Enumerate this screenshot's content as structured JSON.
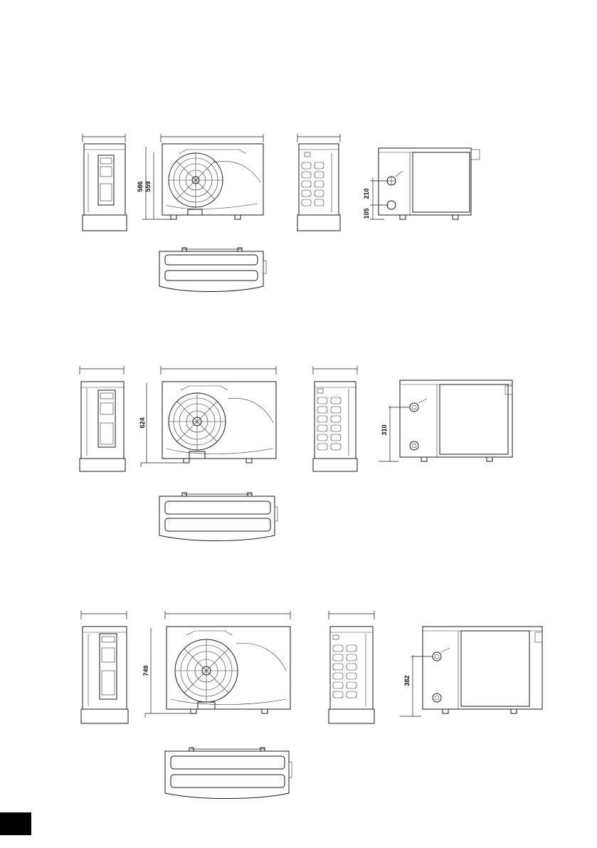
{
  "models": [
    {
      "front_dims": [
        "586",
        "559"
      ],
      "side_dims": [
        "210",
        "105"
      ]
    },
    {
      "front_dims": [
        "624"
      ],
      "side_dims": [
        "310"
      ]
    },
    {
      "front_dims": [
        "749"
      ],
      "side_dims": [
        "382"
      ]
    }
  ],
  "colors": {
    "line": "#1a1a1a",
    "page_tab": "#000000"
  }
}
